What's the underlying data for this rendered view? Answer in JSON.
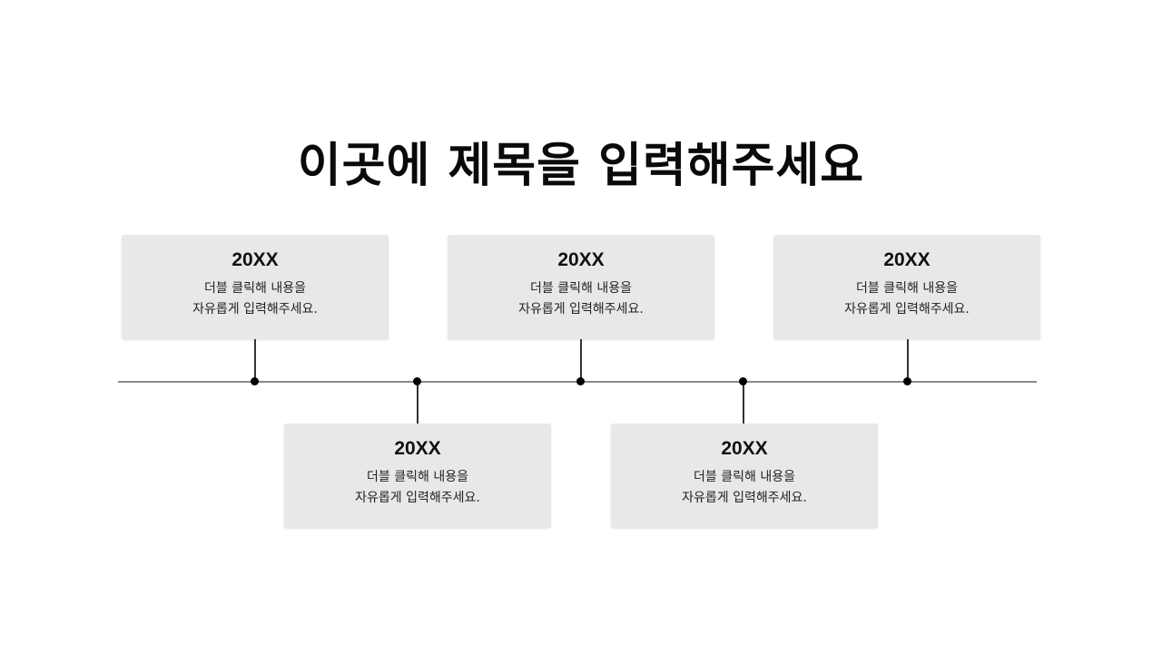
{
  "slide": {
    "title": "이곳에 제목을 입력해주세요"
  },
  "timeline": {
    "items": [
      {
        "position": "top",
        "year": "20XX",
        "line1": "더블 클릭해 내용을",
        "line2": "자유롭게 입력해주세요."
      },
      {
        "position": "bottom",
        "year": "20XX",
        "line1": "더블 클릭해 내용을",
        "line2": "자유롭게 입력해주세요."
      },
      {
        "position": "top",
        "year": "20XX",
        "line1": "더블 클릭해 내용을",
        "line2": "자유롭게 입력해주세요."
      },
      {
        "position": "bottom",
        "year": "20XX",
        "line1": "더블 클릭해 내용을",
        "line2": "자유롭게 입력해주세요."
      },
      {
        "position": "top",
        "year": "20XX",
        "line1": "더블 클릭해 내용을",
        "line2": "자유롭게 입력해주세요."
      }
    ]
  },
  "colors": {
    "card_bg": "#e8e8e8",
    "axis": "#8a8a8a",
    "dot": "#000000"
  }
}
